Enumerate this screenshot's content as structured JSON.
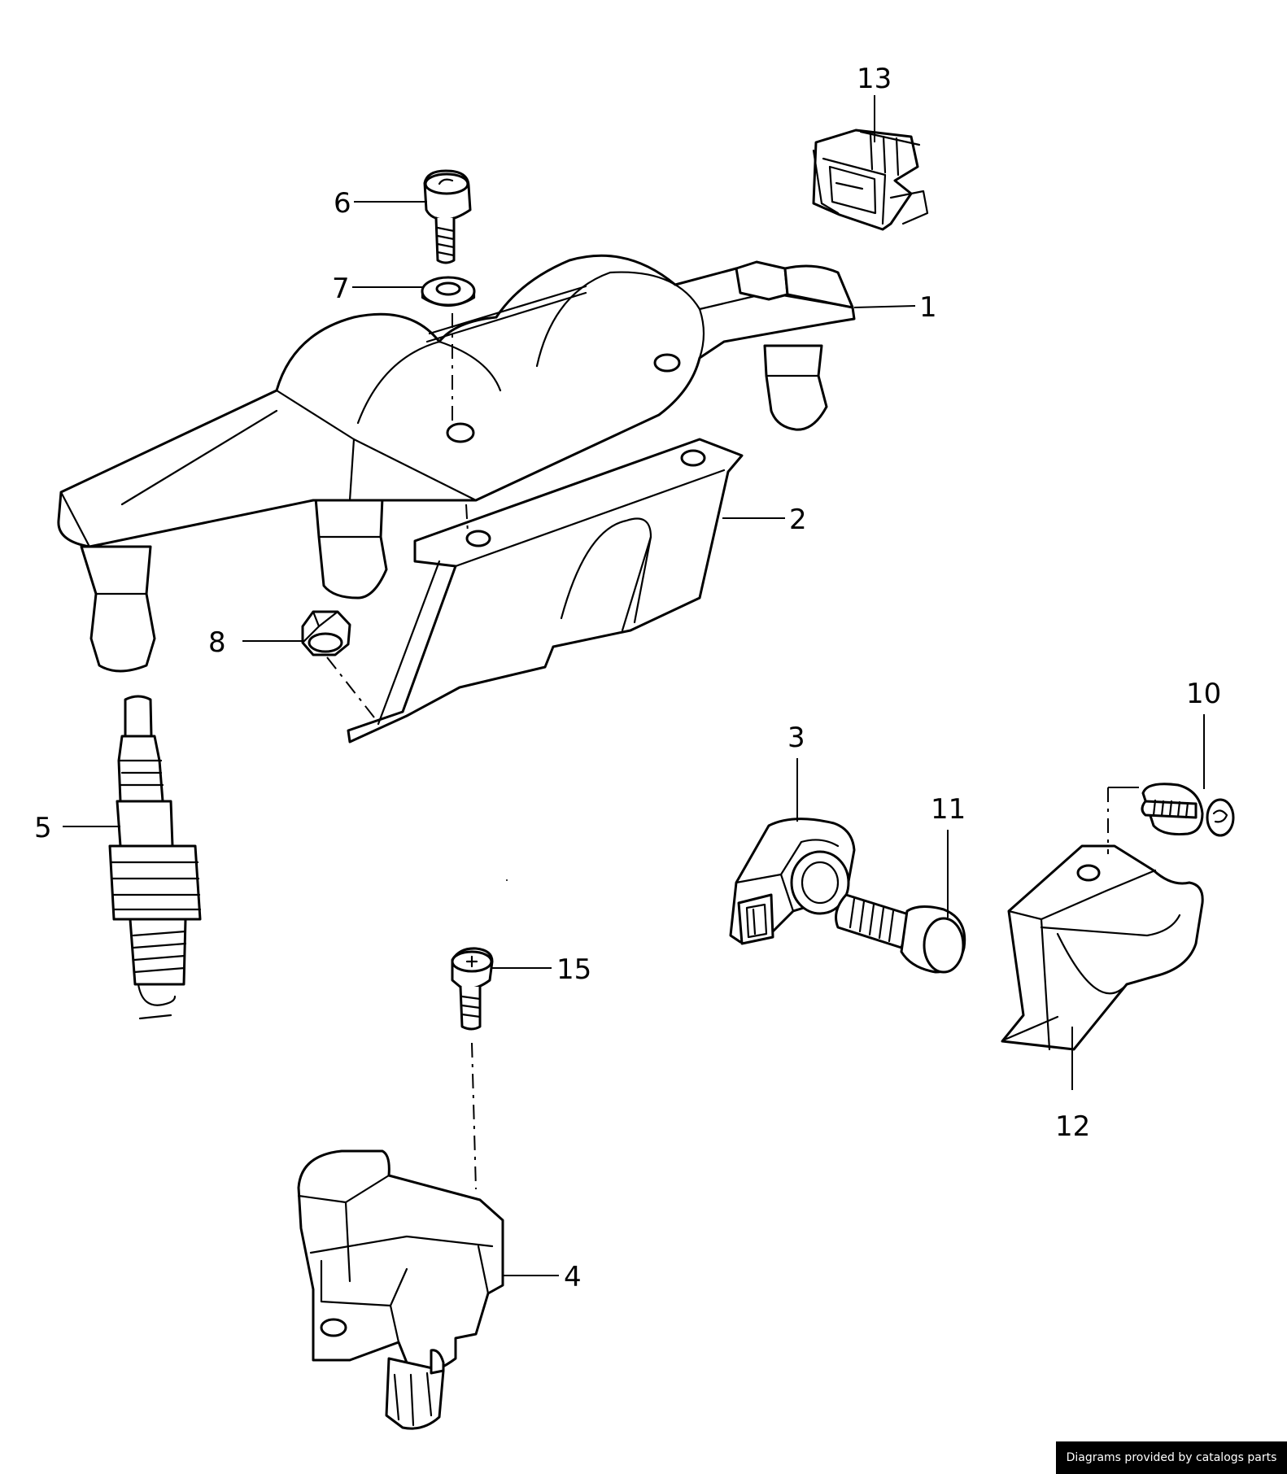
{
  "callouts": {
    "c1": "1",
    "c2": "2",
    "c3": "3",
    "c4": "4",
    "c5": "5",
    "c6": "6",
    "c7": "7",
    "c8": "8",
    "c10": "10",
    "c11": "11",
    "c12": "12",
    "c13": "13",
    "c15": "15"
  },
  "footer": {
    "credit": "Diagrams provided by catalogs parts"
  },
  "colors": {
    "line": "#000000",
    "background": "#ffffff",
    "credit_bg": "#000000",
    "credit_text": "#ffffff"
  }
}
